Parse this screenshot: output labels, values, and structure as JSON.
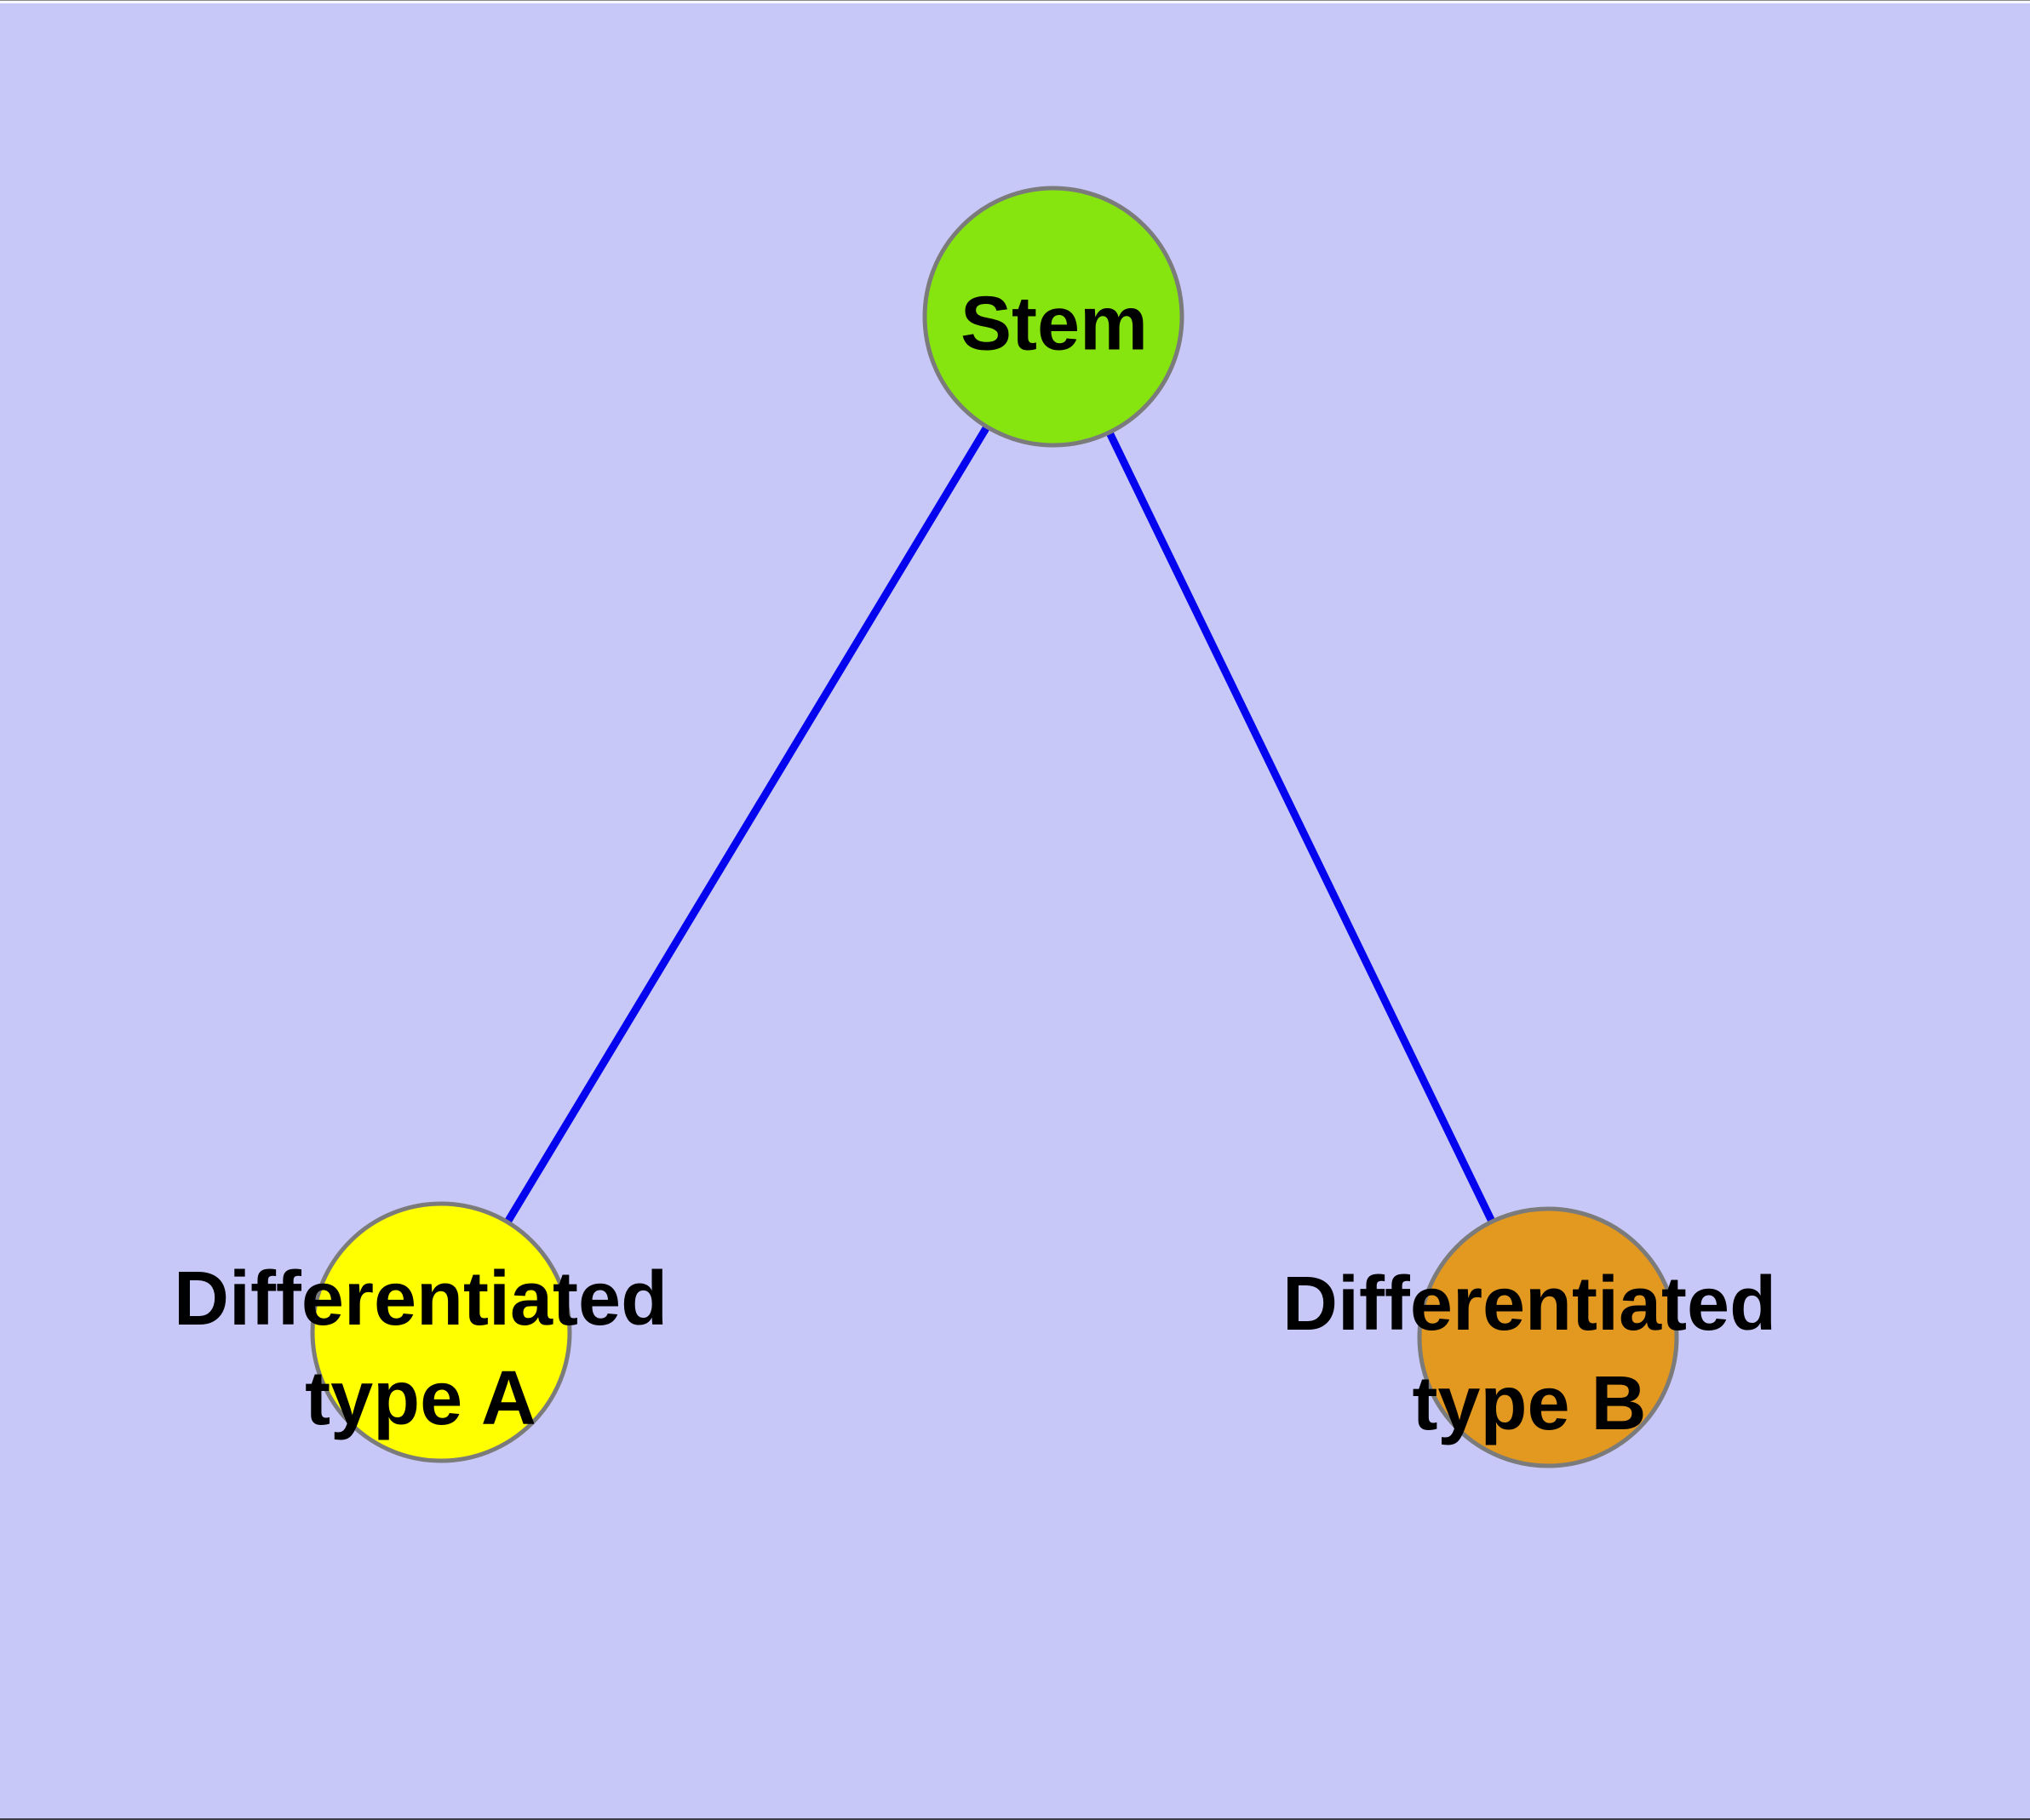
{
  "diagram": {
    "background_color": "#C8C8F8",
    "edge_color": "#0404EE",
    "node_border_color": "#7B7B7B",
    "label_color": "#000000",
    "nodes": [
      {
        "id": "stem",
        "label_line1": "Stem",
        "color": "#87E50F"
      },
      {
        "id": "differentiated-type-a",
        "label_line1": "Differentiated",
        "label_line2": "type A",
        "color": "#FFFF00"
      },
      {
        "id": "differentiated-type-b",
        "label_line1": "Differentiated",
        "label_line2": "type B",
        "color": "#E3981F"
      }
    ],
    "edges": [
      {
        "from": "stem",
        "to": "differentiated-type-a"
      },
      {
        "from": "stem",
        "to": "differentiated-type-b"
      }
    ]
  }
}
